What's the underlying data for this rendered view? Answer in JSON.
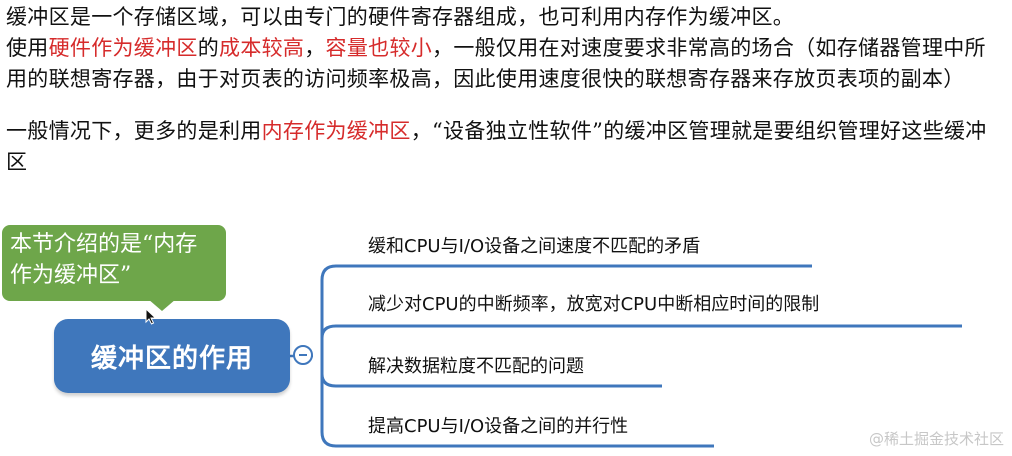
{
  "paragraphs": {
    "p1": "缓冲区是一个存储区域，可以由专门的硬件寄存器组成，也可利用内存作为缓冲区。",
    "p2_a": "使用",
    "p2_hl1": "硬件作为缓冲区",
    "p2_b": "的",
    "p2_hl2": "成本较高",
    "p2_c": "，",
    "p2_hl3": "容量也较小",
    "p2_d": "，一般仅用在对速度要求非常高的场合（如存储器管理中所用的联想寄存器，由于对页表的访问频率极高，因此使用速度很快的联想寄存器来存放页表项的副本）",
    "p3_a": "一般情况下，更多的是利用",
    "p3_hl": "内存作为缓冲区",
    "p3_b": "，“设备独立性软件”的缓冲区管理就是要组织管理好这些缓冲区"
  },
  "callout": {
    "text": "本节介绍的是“内存作为缓冲区”"
  },
  "mindmap": {
    "central": "缓冲区的作用",
    "branches": [
      "缓和CPU与I/O设备之间速度不匹配的矛盾",
      "减少对CPU的中断频率，放宽对CPU中断相应时间的限制",
      "解决数据粒度不匹配的问题",
      "提高CPU与I/O设备之间的并行性"
    ],
    "line_color": "#3f77bc",
    "node_color": "#3f77bc",
    "callout_color": "#6ea64a"
  },
  "colors": {
    "highlight": "#d62b2b"
  },
  "watermark": "@稀土掘金技术社区"
}
